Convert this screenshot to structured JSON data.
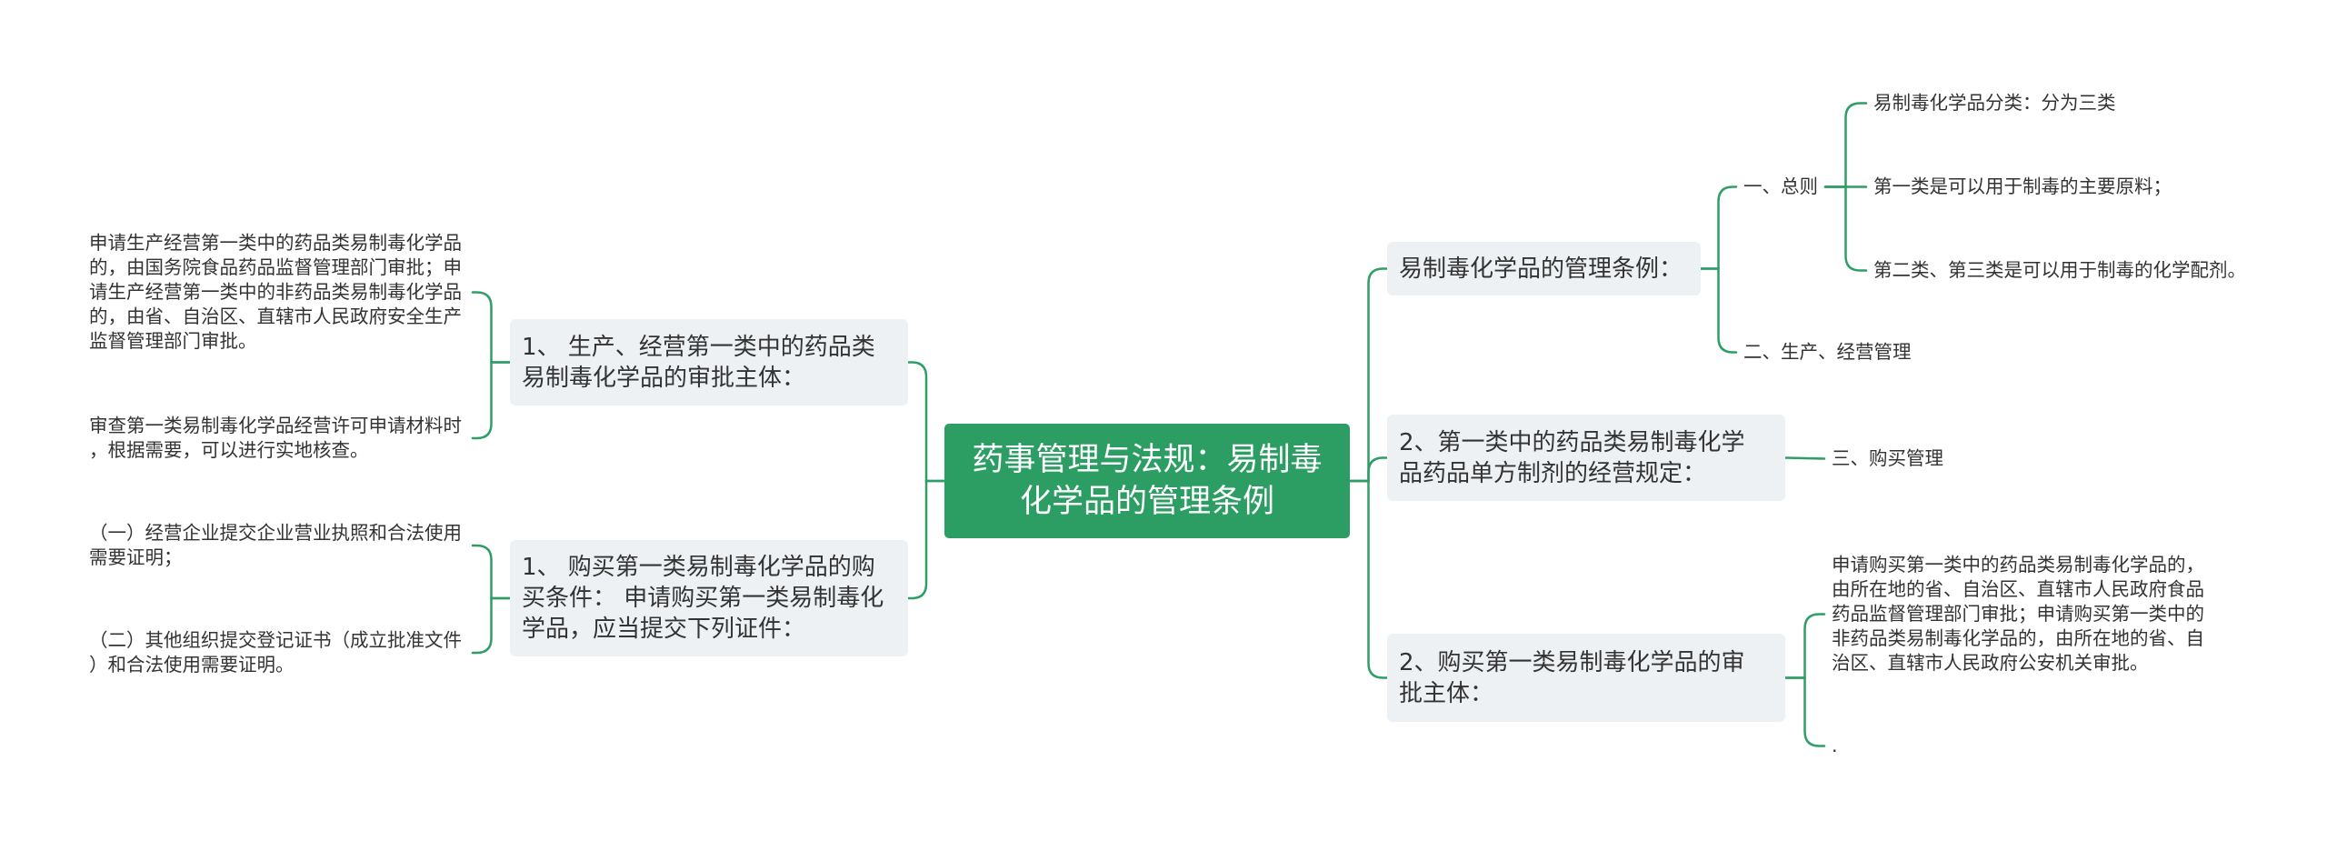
{
  "colors": {
    "accent": "#2c9e63",
    "node_bg": "#eef1f4",
    "line": "#2e9e66",
    "text": "#333333"
  },
  "central": {
    "lines": [
      "药事管理与法规：易制毒",
      "化学品的管理条例"
    ]
  },
  "right_branches": [
    {
      "lines": [
        "易制毒化学品的管理条例："
      ],
      "children": [
        {
          "text": "一、总则",
          "children": [
            {
              "text": "易制毒化学品分类：分为三类"
            },
            {
              "text": "第一类是可以用于制毒的主要原料；"
            },
            {
              "text": "第二类、第三类是可以用于制毒的化学配剂。"
            }
          ]
        },
        {
          "text": "二、生产、经营管理"
        }
      ]
    },
    {
      "lines": [
        "2、第一类中的药品类易制毒化学",
        "品药品单方制剂的经营规定："
      ],
      "children": [
        {
          "text": "三、购买管理"
        }
      ]
    },
    {
      "lines": [
        "2、购买第一类易制毒化学品的审",
        "批主体："
      ],
      "children": [
        {
          "lines": [
            "申请购买第一类中的药品类易制毒化学品的，",
            "由所在地的省、自治区、直辖市人民政府食品",
            "药品监督管理部门审批；申请购买第一类中的",
            "非药品类易制毒化学品的，由所在地的省、自",
            "治区、直辖市人民政府公安机关审批。"
          ]
        },
        {
          "text": "."
        }
      ]
    }
  ],
  "left_branches": [
    {
      "lines": [
        "1、 生产、经营第一类中的药品类",
        "易制毒化学品的审批主体："
      ],
      "children": [
        {
          "lines": [
            "申请生产经营第一类中的药品类易制毒化学品",
            "的，由国务院食品药品监督管理部门审批；申",
            "请生产经营第一类中的非药品类易制毒化学品",
            "的，由省、自治区、直辖市人民政府安全生产",
            "监督管理部门审批。"
          ]
        },
        {
          "lines": [
            "审查第一类易制毒化学品经营许可申请材料时",
            "，根据需要，可以进行实地核查。"
          ]
        }
      ]
    },
    {
      "lines": [
        "1、 购买第一类易制毒化学品的购",
        "买条件： 申请购买第一类易制毒化",
        "学品，应当提交下列证件："
      ],
      "children": [
        {
          "lines": [
            "（一）经营企业提交企业营业执照和合法使用",
            "需要证明；"
          ]
        },
        {
          "lines": [
            "（二）其他组织提交登记证书（成立批准文件",
            "）和合法使用需要证明。"
          ]
        }
      ]
    }
  ]
}
